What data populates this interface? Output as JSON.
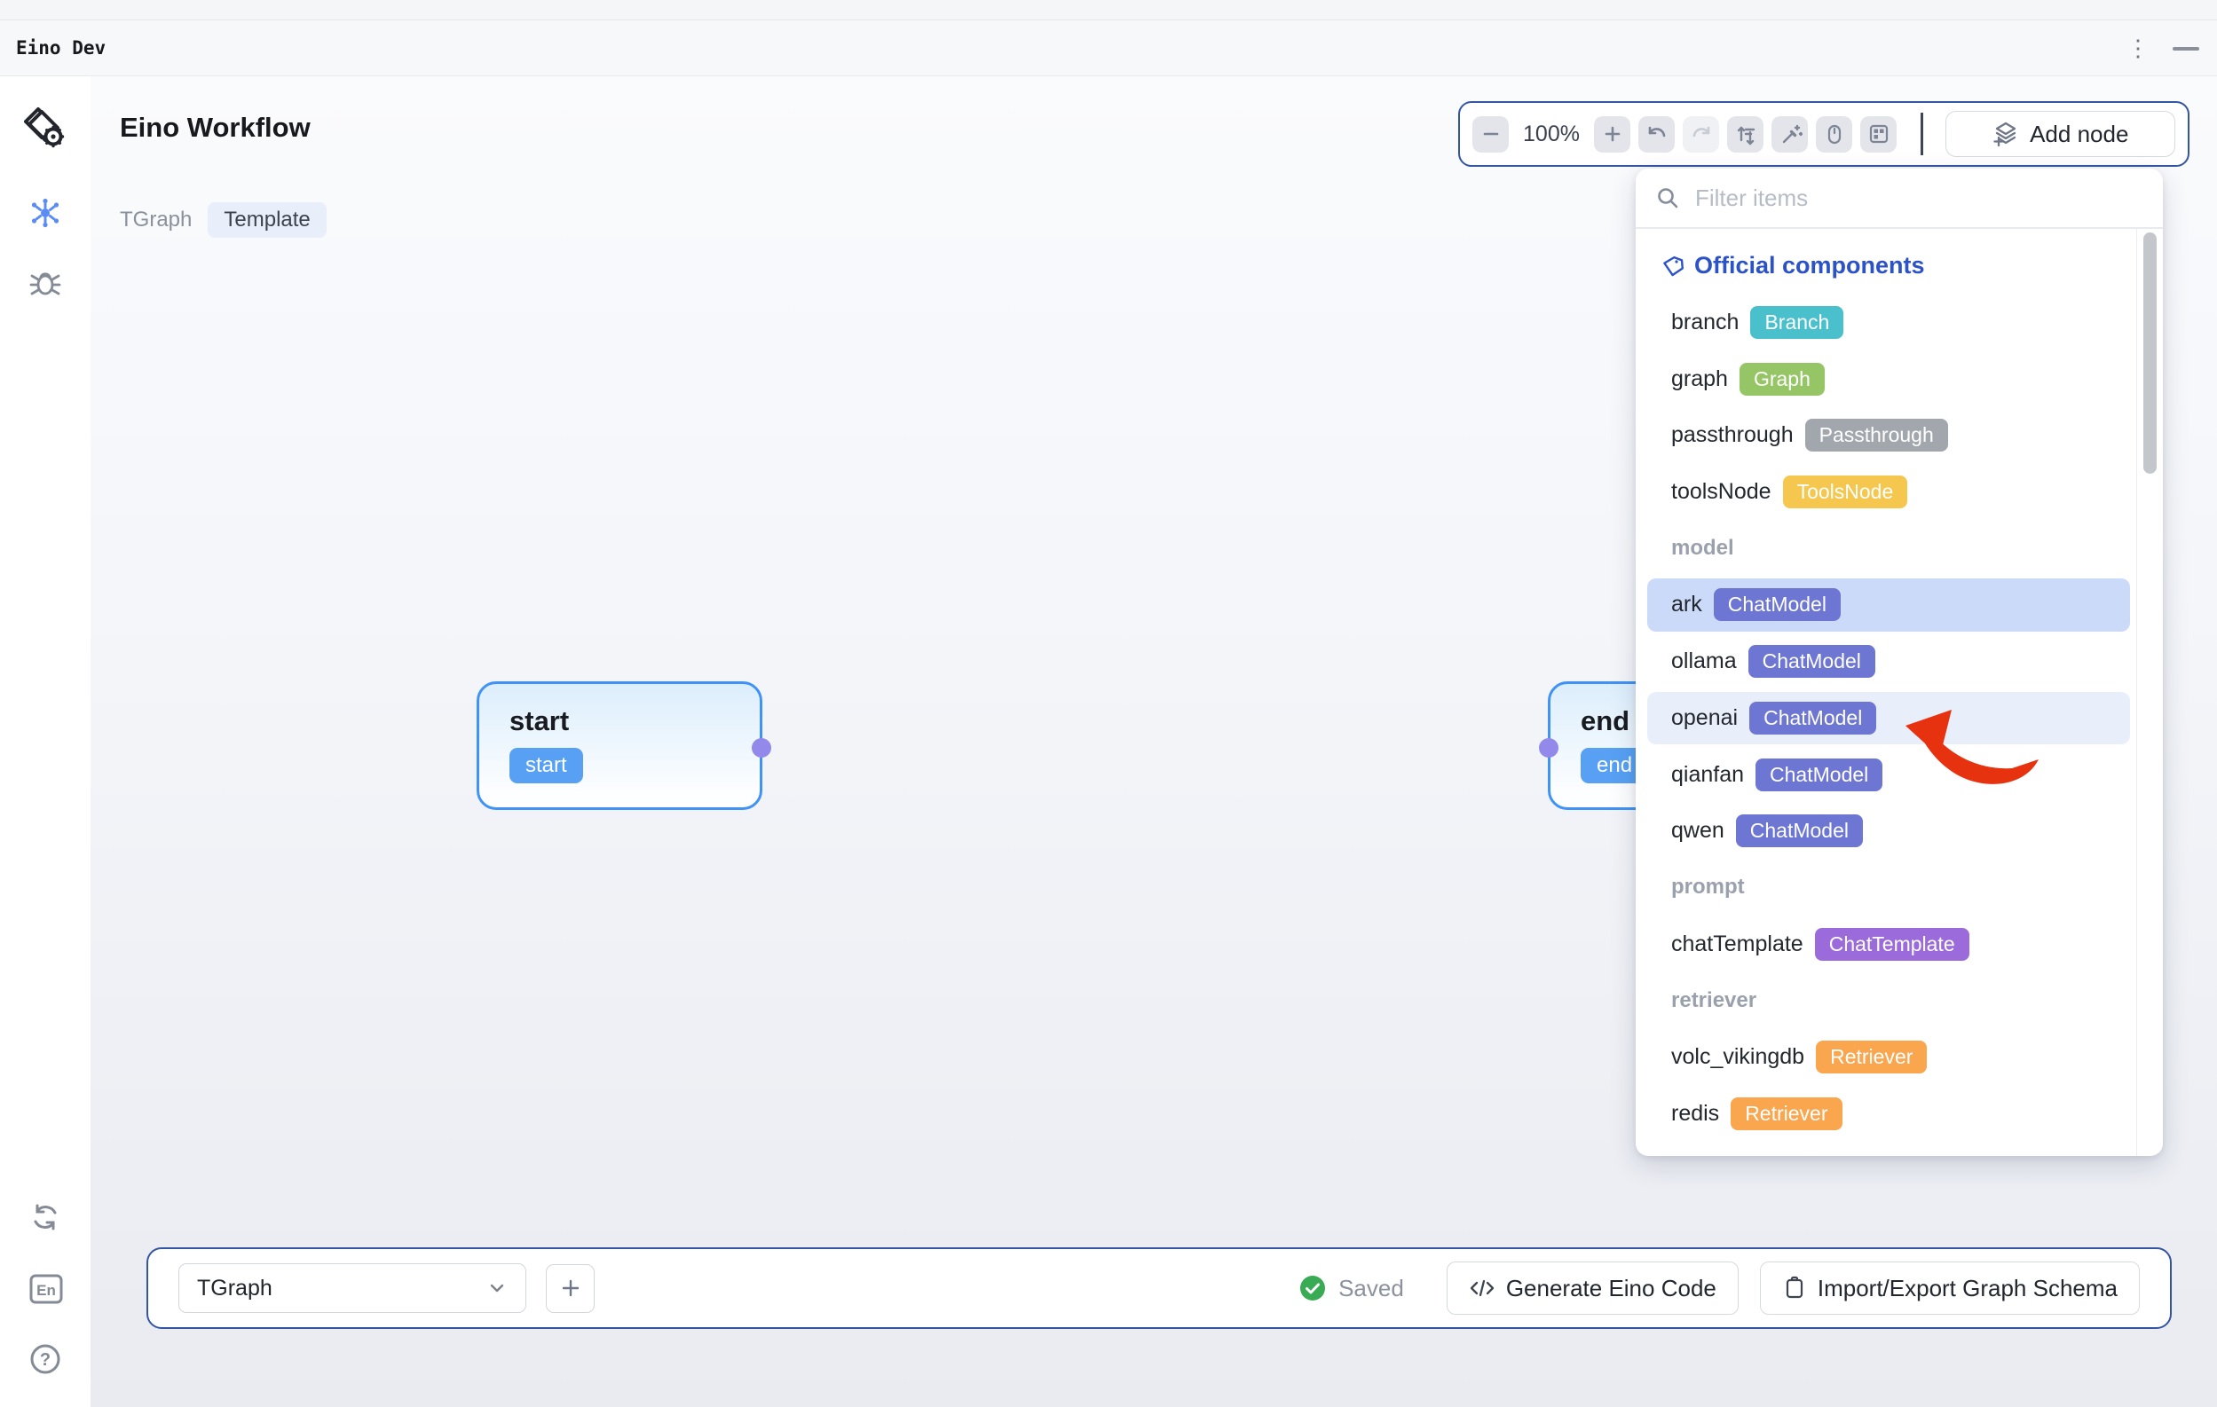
{
  "window": {
    "title": "Eino Dev"
  },
  "header": {
    "title": "Eino Workflow",
    "graph_name": "TGraph",
    "mode_badge": "Template"
  },
  "toolbar": {
    "zoom_level": "100%",
    "add_node": "Add node"
  },
  "panel": {
    "filter_placeholder": "Filter items",
    "rows": [
      {
        "type": "section-official",
        "label": "Official components"
      },
      {
        "type": "item",
        "label": "branch",
        "badge": "Branch",
        "badge_color": "#49c0cb"
      },
      {
        "type": "item",
        "label": "graph",
        "badge": "Graph",
        "badge_color": "#96c566"
      },
      {
        "type": "item",
        "label": "passthrough",
        "badge": "Passthrough",
        "badge_color": "#a2a6ad"
      },
      {
        "type": "item",
        "label": "toolsNode",
        "badge": "ToolsNode",
        "badge_color": "#f5c74e"
      },
      {
        "type": "section",
        "label": "model"
      },
      {
        "type": "item",
        "label": "ark",
        "badge": "ChatModel",
        "badge_color": "#6d76d3",
        "state": "selected"
      },
      {
        "type": "item",
        "label": "ollama",
        "badge": "ChatModel",
        "badge_color": "#6d76d3"
      },
      {
        "type": "item",
        "label": "openai",
        "badge": "ChatModel",
        "badge_color": "#6d76d3",
        "state": "hover",
        "arrow": true
      },
      {
        "type": "item",
        "label": "qianfan",
        "badge": "ChatModel",
        "badge_color": "#6d76d3"
      },
      {
        "type": "item",
        "label": "qwen",
        "badge": "ChatModel",
        "badge_color": "#6d76d3"
      },
      {
        "type": "section",
        "label": "prompt"
      },
      {
        "type": "item",
        "label": "chatTemplate",
        "badge": "ChatTemplate",
        "badge_color": "#9c6bdb"
      },
      {
        "type": "section",
        "label": "retriever"
      },
      {
        "type": "item",
        "label": "volc_vikingdb",
        "badge": "Retriever",
        "badge_color": "#f9a64e"
      },
      {
        "type": "item",
        "label": "redis",
        "badge": "Retriever",
        "badge_color": "#f9a64e"
      }
    ]
  },
  "canvas": {
    "nodes": [
      {
        "title": "start",
        "pill": "start"
      },
      {
        "title": "end",
        "pill": "end"
      }
    ]
  },
  "footer": {
    "graph_select": "TGraph",
    "status": "Saved",
    "generate_btn": "Generate Eino Code",
    "import_btn": "Import/Export Graph Schema"
  },
  "colors": {
    "accent_border": "#3355a4",
    "official_blue": "#2c52c7",
    "selected_row": "#ccdaf9",
    "hover_row": "#e9eefb",
    "node_border": "#3f93f6",
    "node_pill": "#57a0f3",
    "port_dot": "#9289ea",
    "arrow_red": "#e73210",
    "saved_green": "#3aab55"
  }
}
